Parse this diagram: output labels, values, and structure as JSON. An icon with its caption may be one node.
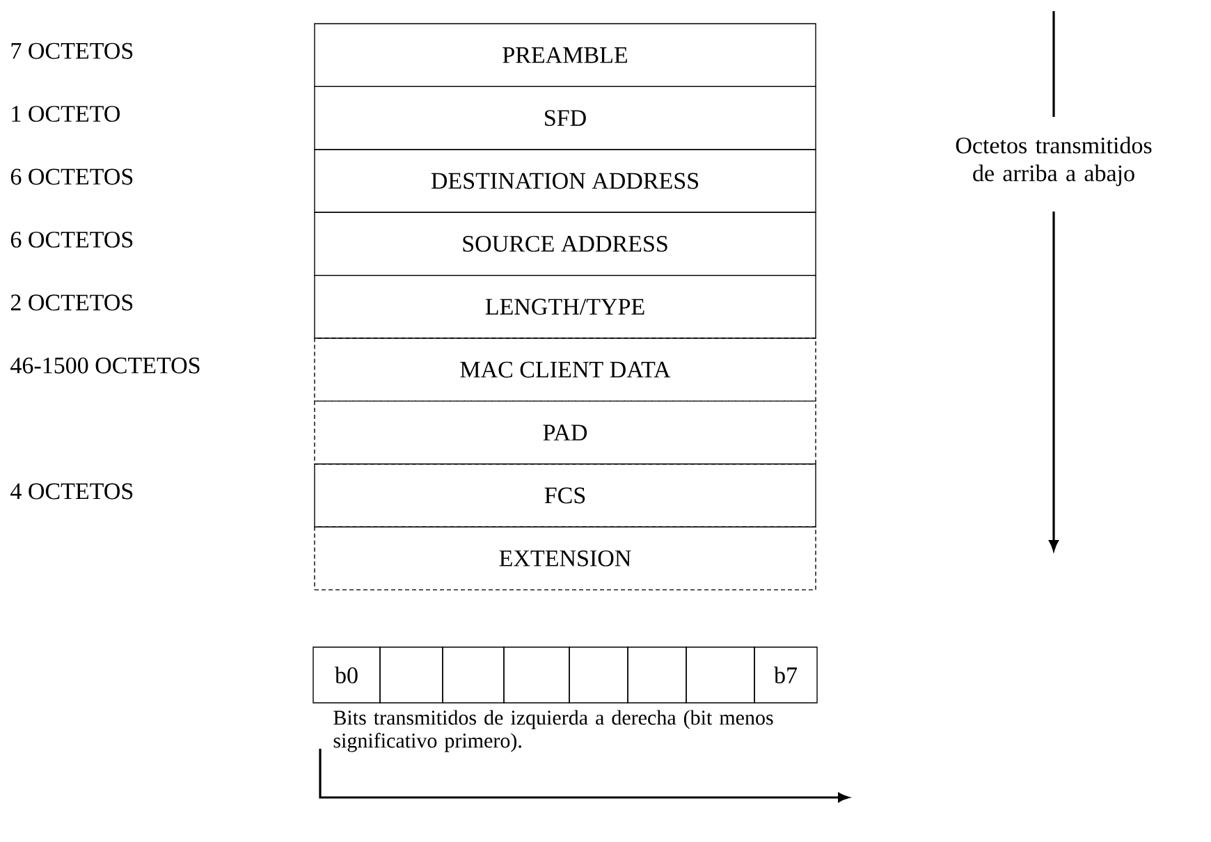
{
  "diagram": {
    "nodes": [
      {
        "text": [
          "PREAMBLE"
        ]
      },
      {
        "text": [
          "SFD"
        ]
      },
      {
        "text": [
          "DESTINATION ADDRESS"
        ]
      },
      {
        "text": [
          "SOURCE ADDRESS"
        ]
      },
      {
        "text": [
          "LENGTH/TYPE"
        ]
      },
      {
        "text": [
          "MAC CLIENT DATA"
        ]
      },
      {
        "text": [
          "PAD"
        ]
      },
      {
        "text": [
          "FCS"
        ]
      },
      {
        "text": [
          "EXTENSION"
        ]
      },
      {
        "text": [
          "b0"
        ]
      },
      {
        "text": [],
        "shape": "box"
      },
      {
        "text": [],
        "shape": "box"
      },
      {
        "text": [],
        "shape": "box"
      },
      {
        "text": [],
        "shape": "box"
      },
      {
        "text": [],
        "shape": "box"
      },
      {
        "text": [],
        "shape": "box"
      },
      {
        "text": [
          "b7"
        ]
      }
    ],
    "labels": [
      "7 OCTETOS",
      "1 OCTETO",
      "6 OCTETOS",
      "6 OCTETOS",
      "2 OCTETOS",
      "46-1500 OCTETOS",
      "4 OCTETOS",
      "Octetos transmitidos de arriba a abajo",
      "Bits transmitidos de izquierda a derecha (bit menos significativo primero)."
    ]
  }
}
